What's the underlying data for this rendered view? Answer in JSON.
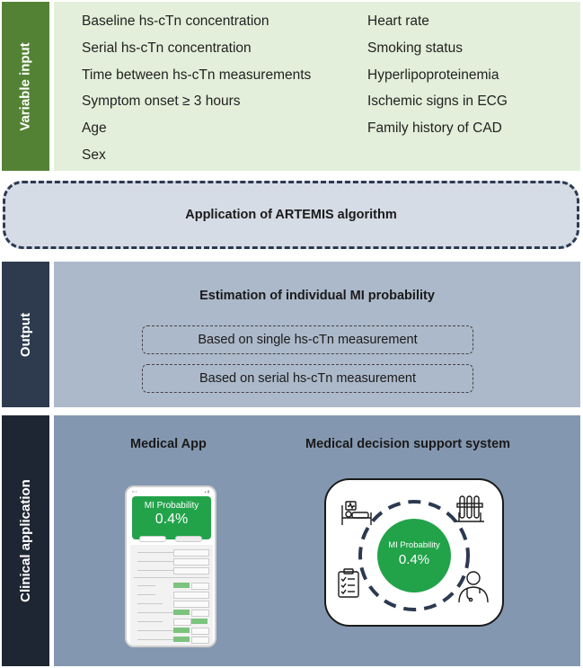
{
  "variable_input": {
    "label": "Variable input",
    "left_column": [
      "Baseline hs-cTn concentration",
      "Serial hs-cTn concentration",
      "Time between hs-cTn measurements",
      "Symptom onset ≥ 3 hours",
      "Age",
      "Sex"
    ],
    "right_column": [
      "Heart rate",
      "Smoking status",
      "Hyperlipoproteinemia",
      "Ischemic signs in ECG",
      "Family history of CAD"
    ]
  },
  "algorithm": {
    "label": "Application of ARTEMIS algorithm"
  },
  "output": {
    "label": "Output",
    "title": "Estimation of individual MI probability",
    "options": [
      "Based on single hs-cTn measurement",
      "Based on serial hs-cTn measurement"
    ]
  },
  "clinical": {
    "label": "Clinical application",
    "app_title": "Medical App",
    "dss_title": "Medical decision support system",
    "phone": {
      "probability_label": "MI Probability",
      "probability_value": "0.4%"
    },
    "dss": {
      "probability_label": "MI Probability",
      "probability_value": "0.4%"
    }
  },
  "colors": {
    "input_green": "#548235",
    "input_bg": "#e3efda",
    "output_dark": "#2e3b4f",
    "output_bg": "#acb9ca",
    "clinical_dark": "#1f2633",
    "clinical_bg": "#8497b0",
    "result_green": "#22a34a"
  },
  "icons": [
    "hospital-bed-icon",
    "test-tubes-icon",
    "clipboard-checklist-icon",
    "doctor-icon",
    "phone-signal-icon"
  ]
}
